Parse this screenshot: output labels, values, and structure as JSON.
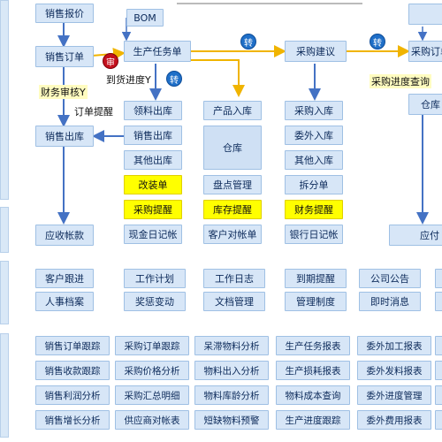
{
  "nodes": {
    "sales_quote": "销售报价",
    "bom": "BOM",
    "sales_order": "销售订单",
    "prod_task": "生产任务单",
    "purchase_suggest": "采购建议",
    "purchase_order_edge": "采购订单",
    "warehouse_edge": "仓库",
    "material_out": "领料出库",
    "product_in": "产品入库",
    "purchase_in": "采购入库",
    "sales_out_l": "销售出库",
    "sales_out_m": "销售出库",
    "other_out": "其他出库",
    "warehouse": "仓库",
    "outsource_in": "委外入库",
    "other_in": "其他入库",
    "rework": "改装单",
    "stocktake": "盘点管理",
    "split": "拆分单",
    "purchase_remind": "采购提醒",
    "stock_remind": "库存提醒",
    "finance_remind": "财务提醒",
    "receivable": "应收帐款",
    "cash_journal": "现金日记帐",
    "customer_ledger": "客户对帐单",
    "bank_journal": "银行日记帐",
    "payable_edge": "应付"
  },
  "labels": {
    "delivery_progress": "到货进度Y",
    "finance_review": "财务审核Y",
    "order_remind": "订单提醒",
    "purchase_progress": "采购进度查询",
    "badge_transfer": "转",
    "badge_approve": "审"
  },
  "office": [
    "客户跟进",
    "工作计划",
    "工作日志",
    "到期提醒",
    "公司公告",
    "人事档案",
    "奖惩变动",
    "文档管理",
    "管理制度",
    "即时消息"
  ],
  "reports": [
    [
      "销售订单跟踪",
      "采购订单跟踪",
      "呆滞物料分析",
      "生产任务报表",
      "委外加工报表"
    ],
    [
      "销售收款跟踪",
      "采购价格分析",
      "物料出入分析",
      "生产损耗报表",
      "委外发料报表"
    ],
    [
      "销售利润分析",
      "采购汇总明细",
      "物料库龄分析",
      "物料成本查询",
      "委外进度管理"
    ],
    [
      "销售增长分析",
      "供应商对帐表",
      "短缺物料预警",
      "生产进度跟踪",
      "委外费用报表"
    ]
  ],
  "colors": {
    "box_fill": "#d7e6f7",
    "remind_fill": "#ffff00",
    "flow_blue": "#4472c4",
    "flow_yellow": "#f0b400"
  }
}
